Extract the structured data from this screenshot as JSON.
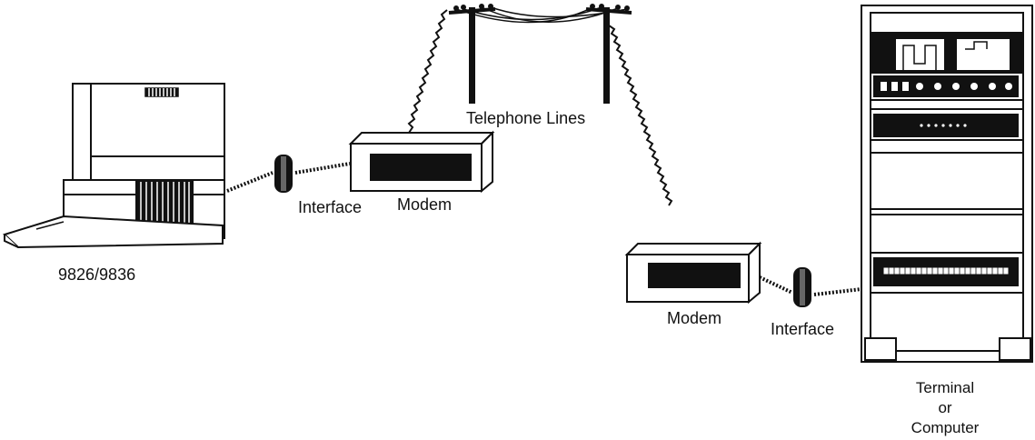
{
  "labels": {
    "telephone_lines": "Telephone Lines",
    "interface_left": "Interface",
    "modem_left": "Modem",
    "computer_model": "9826/9836",
    "modem_right": "Modem",
    "interface_right": "Interface",
    "terminal_line1": "Terminal",
    "terminal_line2": "or",
    "terminal_line3": "Computer"
  }
}
